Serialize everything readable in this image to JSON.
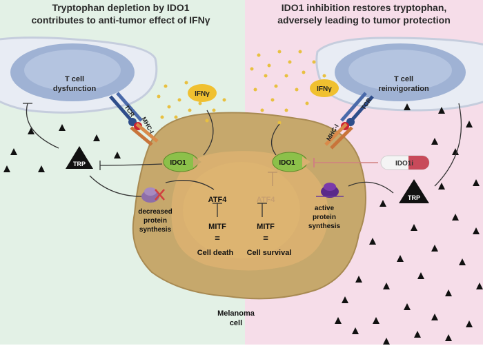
{
  "titles": {
    "left_line1": "Tryptophan depletion by IDO1",
    "left_line2": "contributes to anti-tumor effect of IFNγ",
    "right_line1": "IDO1 inhibition restores tryptophan,",
    "right_line2": "adversely leading to tumor protection"
  },
  "left_panel": {
    "tcell_line1": "T cell",
    "tcell_line2": "dysfunction",
    "tcr": "TCR",
    "mhc": "MHC-I",
    "ifn": "IFNγ",
    "ido1": "IDO1",
    "trp": "TRP",
    "protein_line1": "decreased",
    "protein_line2": "protein",
    "protein_line3": "synthesis",
    "atf4": "ATF4",
    "mitf": "MITF",
    "equals": "=",
    "outcome": "Cell death"
  },
  "right_panel": {
    "tcell_line1": "T cell",
    "tcell_line2": "reinvigoration",
    "tcr": "TCR",
    "mhc": "MHC-I",
    "ifn": "IFNγ",
    "ido1": "IDO1",
    "inhibitor": "IDO1i",
    "trp": "TRP",
    "protein_line1": "active",
    "protein_line2": "protein",
    "protein_line3": "synthesis",
    "atf4": "ATF4",
    "mitf": "MITF",
    "equals": "=",
    "outcome": "Cell survival"
  },
  "cell_label_line1": "Melanoma",
  "cell_label_line2": "cell",
  "colors": {
    "left_bg": "#e3f1e6",
    "right_bg": "#f6dde9",
    "cell_outer": "#c6a86c",
    "cell_inner": "#d9b070",
    "ifn_yellow": "#f0c030",
    "ido_green": "#8cc04a",
    "tcell_blue": "#9fb2d4",
    "receptor_blue": "#2e4d8a",
    "mhc_orange": "#c8743a",
    "inhibit_red": "#d04040"
  }
}
